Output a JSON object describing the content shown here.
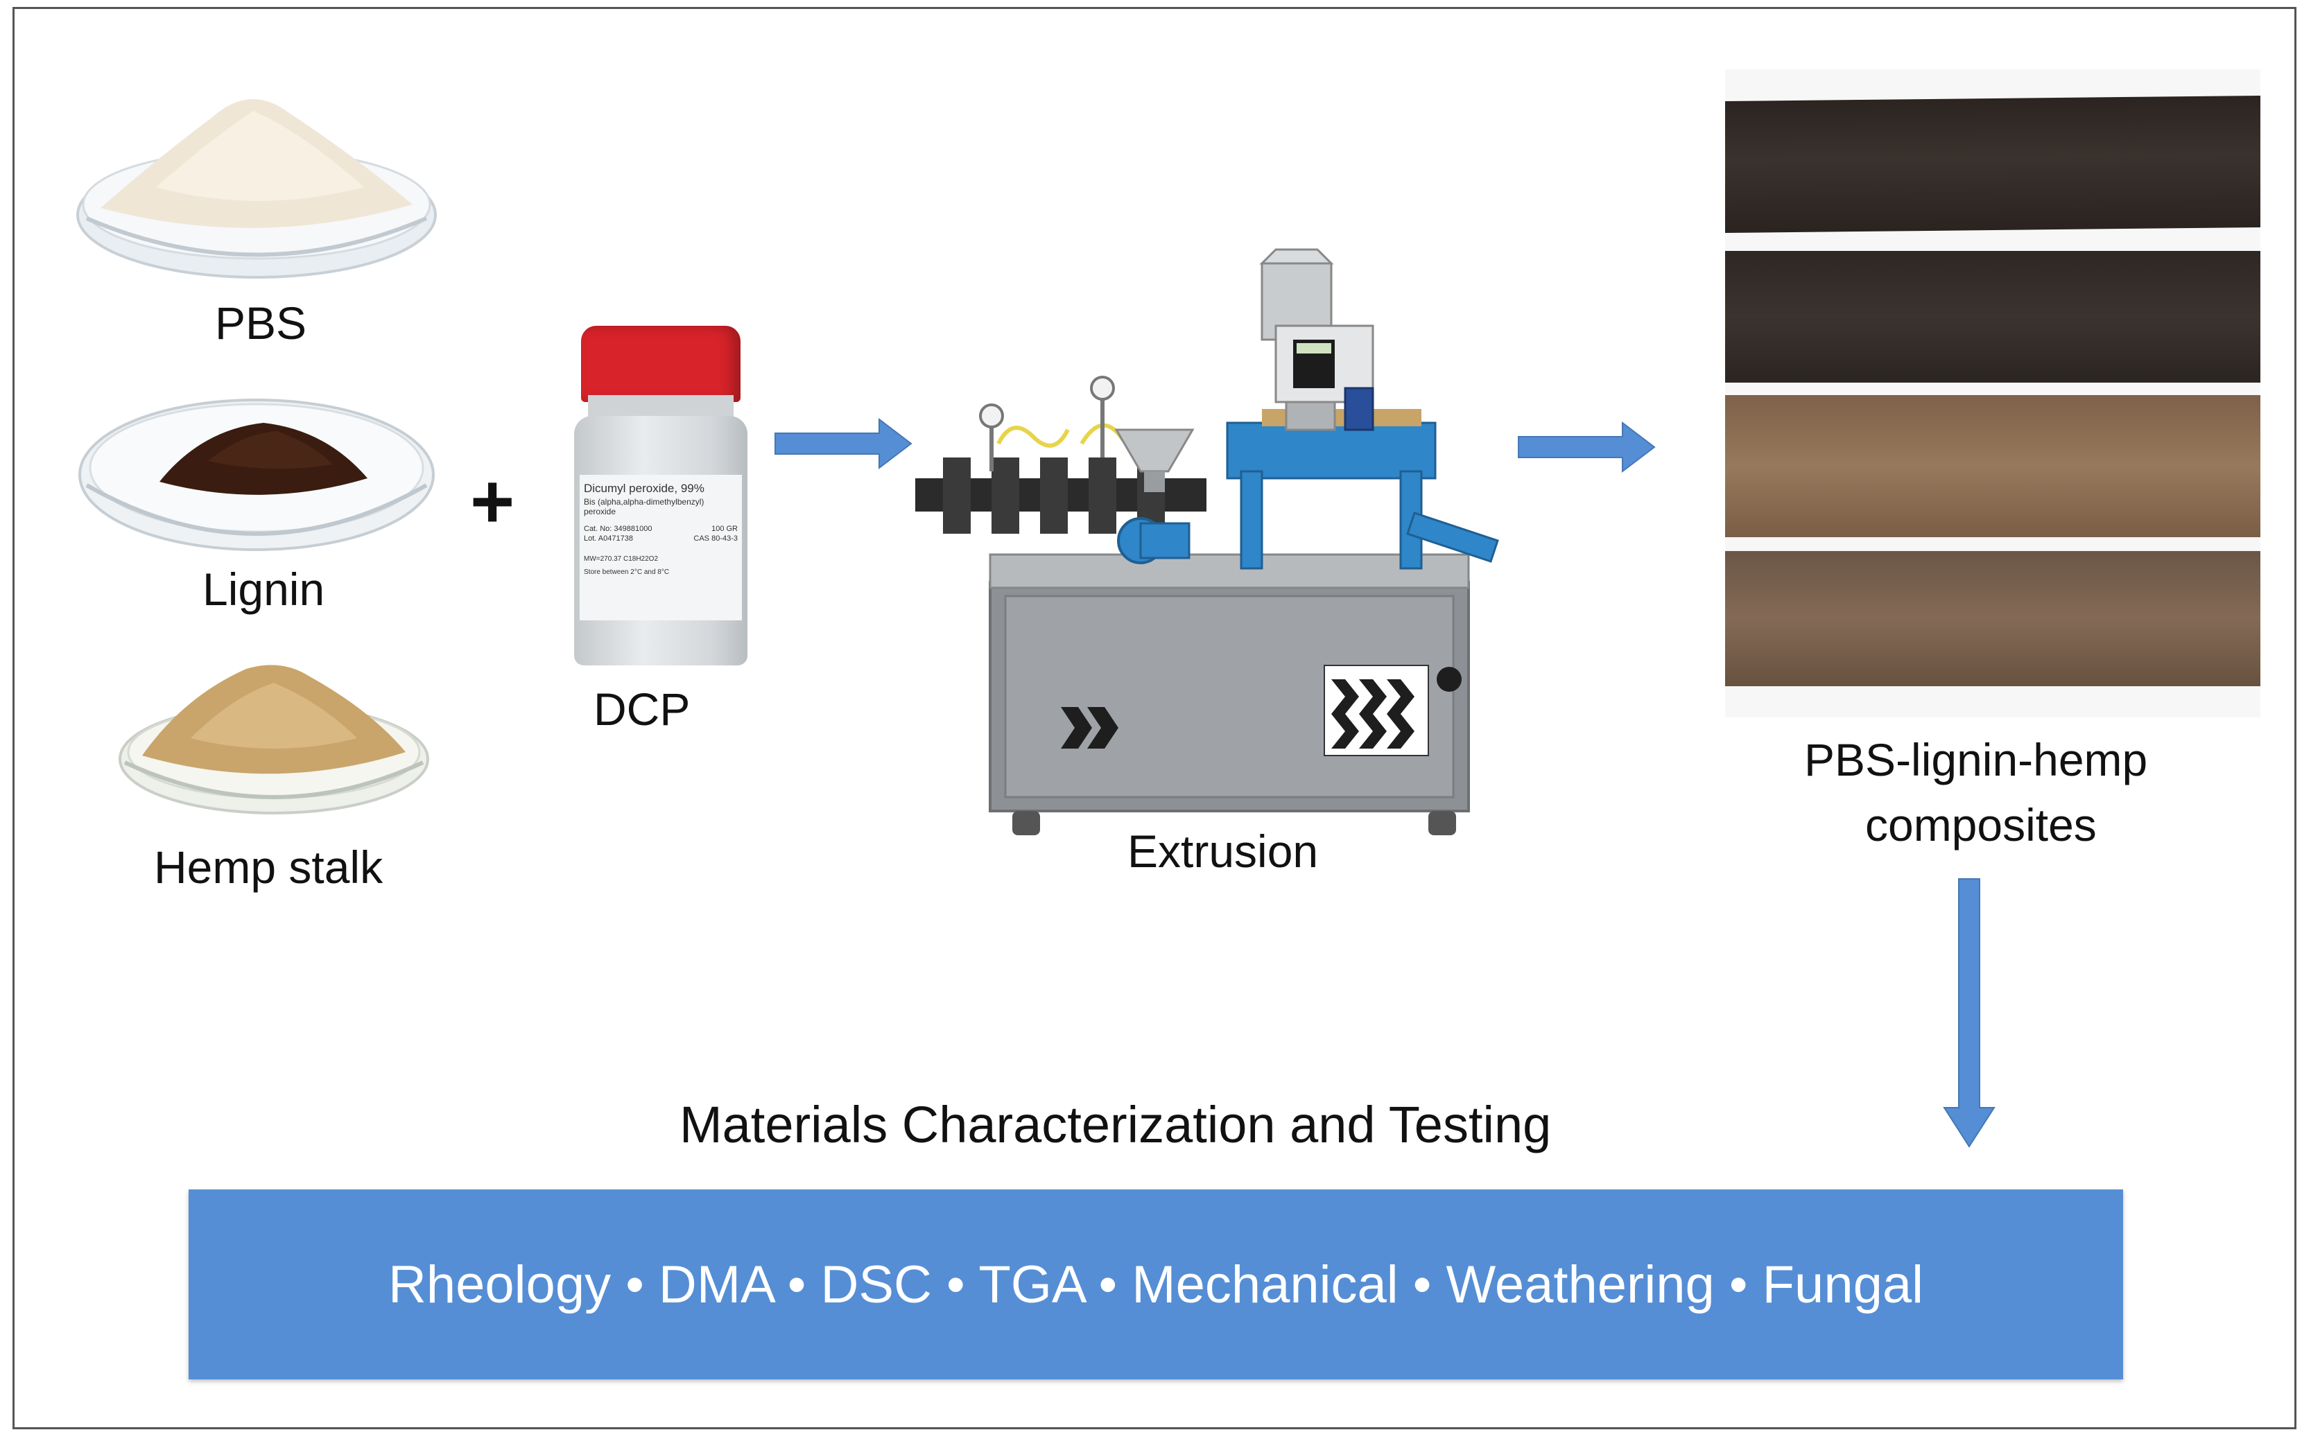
{
  "materials": {
    "pbs": "PBS",
    "lignin": "Lignin",
    "hemp": "Hemp stalk"
  },
  "plus": "+",
  "dcp": {
    "label": "DCP",
    "bottle_title": "Dicumyl peroxide, 99%",
    "bottle_subtitle": "Bis (alpha,alpha-dimethylbenzyl) peroxide",
    "cat": "Cat. No: 349881000",
    "size": "100 GR",
    "lot": "Lot. A0471738",
    "cas": "CAS 80-43-3",
    "mw": "MW=270.37 C18H22O2",
    "storage": "Store between 2°C and 8°C"
  },
  "extrusion": {
    "label": "Extrusion"
  },
  "composites": {
    "line1": "PBS-lignin-hemp",
    "line2": "composites"
  },
  "testing": {
    "heading": "Materials Characterization and Testing",
    "methods": "Rheology • DMA • DSC • TGA • Mechanical • Weathering • Fungal"
  },
  "colors": {
    "arrow": "#558ed5",
    "banner": "#558ed5",
    "pbs_powder": "#efe6d6",
    "lignin_powder": "#3a1d10",
    "hemp_powder": "#c9a56c",
    "bottle_cap": "#d8232a",
    "machine_blue": "#2f86c9",
    "strip_dark": "#2d2622",
    "strip_brown": "#8b6f55"
  }
}
